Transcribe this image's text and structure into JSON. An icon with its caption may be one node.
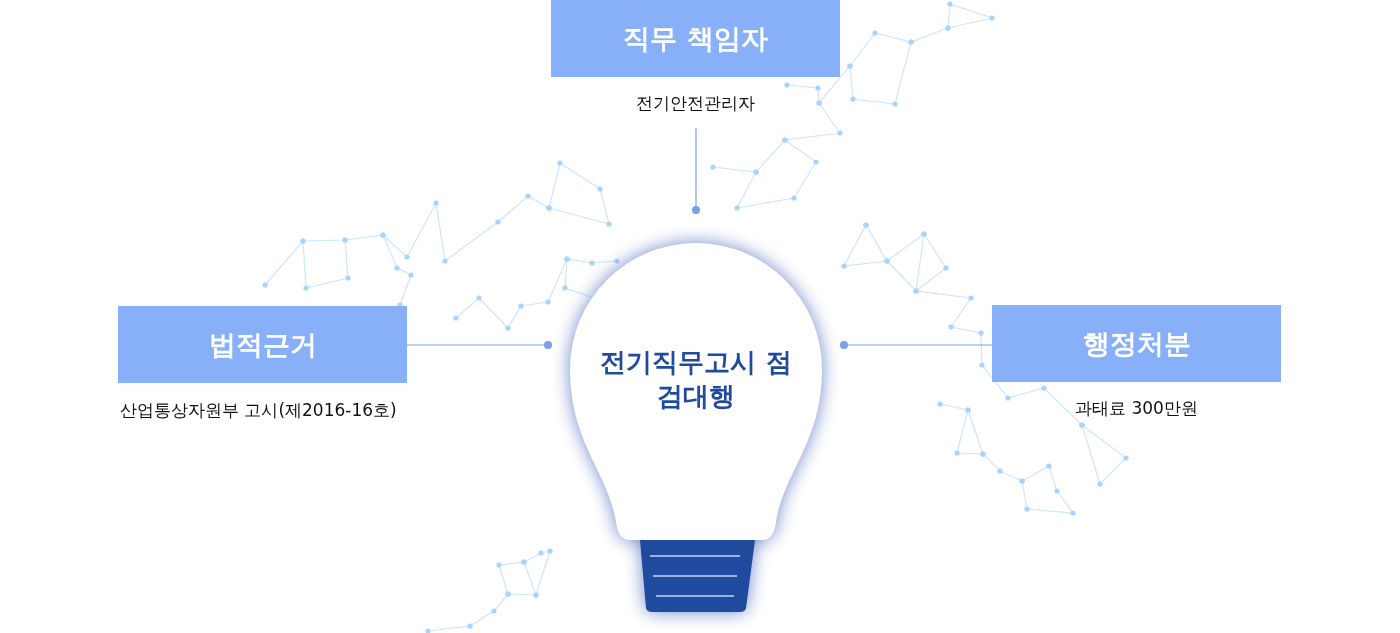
{
  "diagram": {
    "nodes": [
      {
        "text": [
          "전기직무고시 점검대행"
        ]
      },
      {
        "text": [
          "직무 책임자"
        ],
        "beside": [
          "전기안전관리자"
        ]
      },
      {
        "text": [
          "법적근거"
        ],
        "beside": [
          "산업통상자원부 고시(제2016-16호)"
        ]
      },
      {
        "text": [
          "행정처분"
        ],
        "beside": [
          "과태료 300만원"
        ]
      }
    ],
    "edges": [
      {
        "from": 0,
        "to": 1,
        "arrow": "other"
      },
      {
        "from": 0,
        "to": 2,
        "arrow": "other"
      },
      {
        "from": 0,
        "to": 3,
        "arrow": "other"
      }
    ]
  }
}
